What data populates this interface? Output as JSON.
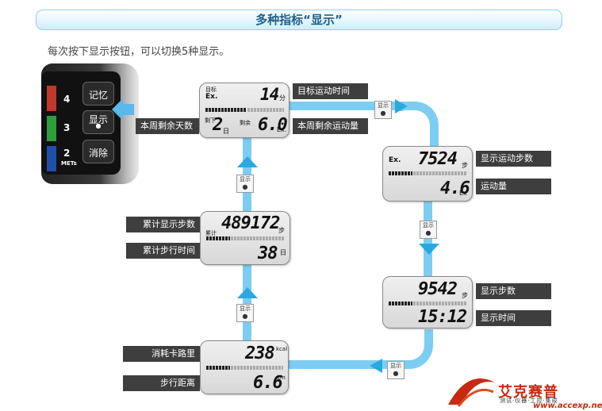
{
  "header": {
    "title": "多种指标“显示”"
  },
  "subtitle": "每次按下显示按钮，可以切换5种显示。",
  "device": {
    "met_levels": [
      "4",
      "3",
      "2"
    ],
    "met_unit": "METs",
    "buttons": [
      "记忆",
      "显示",
      "消除"
    ]
  },
  "button_label": "显示",
  "screens": [
    {
      "id": "target",
      "top_tag": "目标",
      "top_label": "Ex.",
      "top_value": "14",
      "top_unit": "分",
      "bottom_tag1": "剩下",
      "bottom_value1": "2",
      "bottom_unit1": "日",
      "bottom_tag2": "剩余",
      "bottom_value2": "6.0",
      "bottom_unit2": "Ex.",
      "labels": [
        "目标运动时间",
        "本周剩余天数",
        "本周剩余运动量"
      ]
    },
    {
      "id": "exercise",
      "top_label": "Ex.",
      "top_value": "7524",
      "top_unit": "步",
      "bottom_value": "4.6",
      "bottom_unit": "Ex",
      "labels": [
        "显示运动步数",
        "运动量"
      ]
    },
    {
      "id": "steps",
      "top_value": "9542",
      "top_unit": "步",
      "bottom_value": "15:12",
      "labels": [
        "显示步数",
        "显示时间"
      ]
    },
    {
      "id": "calorie",
      "top_value": "238",
      "top_unit": "kcal",
      "bottom_value": "6.6",
      "bottom_unit": "km",
      "labels": [
        "消耗卡路里",
        "步行距离"
      ]
    },
    {
      "id": "total",
      "top_tag": "累计",
      "top_value": "489172",
      "top_unit": "步",
      "bottom_value": "38",
      "bottom_unit": "日",
      "labels": [
        "累计显示步数",
        "累计步行时间"
      ]
    }
  ],
  "logo": {
    "name": "艾克赛普",
    "tagline": "测试·仪器·工控·集成",
    "url": "www.accexp.net"
  },
  "colors": {
    "track": "#7dcdf2",
    "header_text": "#1f5f88",
    "tag_bg": "#3e3e3e",
    "logo": "#c62a10"
  }
}
